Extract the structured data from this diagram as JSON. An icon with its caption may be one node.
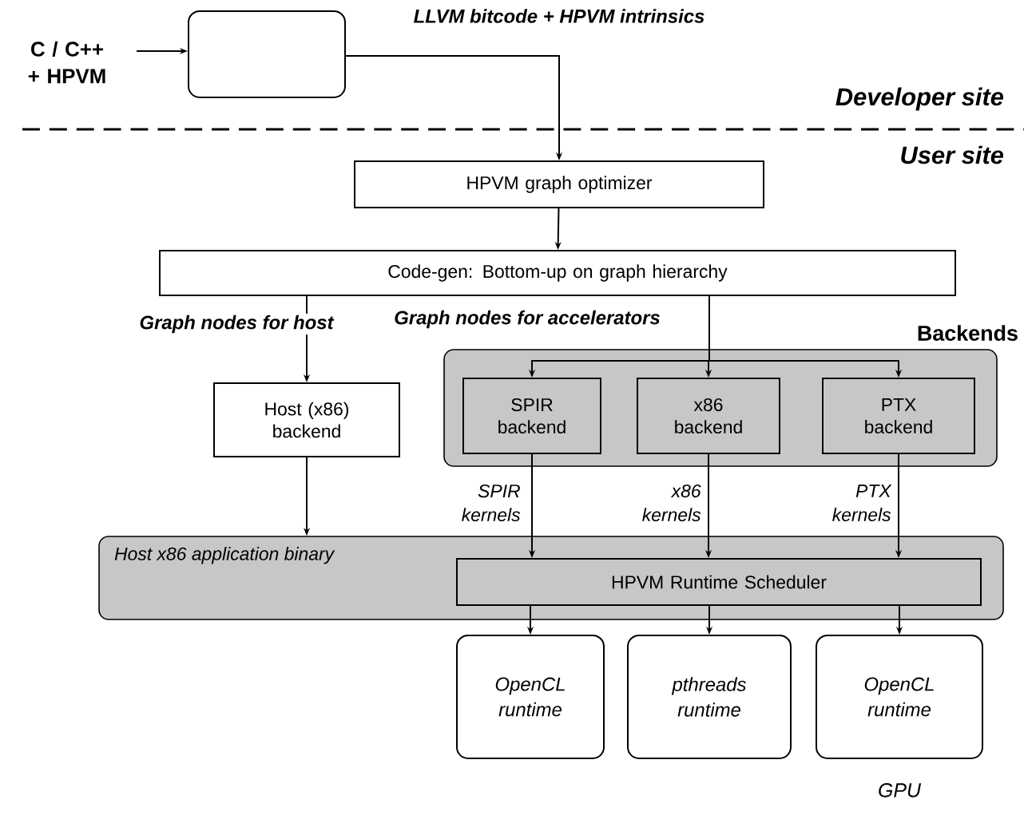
{
  "diagram": {
    "nodes": [
      {
        "text": [
          "C / C++ + HPVM"
        ]
      },
      {
        "text": [],
        "shape": "box"
      },
      {
        "text": [
          "HPVM graph optimizer"
        ]
      },
      {
        "text": [
          "Code-gen: Bottom-up on graph hierarchy"
        ]
      },
      {
        "text": [
          "Backends"
        ]
      },
      {
        "text": [
          "Host (x86) backend"
        ]
      },
      {
        "text": [
          "SPIR backend"
        ],
        "in": 4
      },
      {
        "text": [
          "x86 backend"
        ],
        "in": 4
      },
      {
        "text": [
          "PTX backend"
        ],
        "in": 4
      },
      {
        "text": [
          "Host x86 application binary"
        ]
      },
      {
        "text": [
          "HPVM Runtime Scheduler"
        ],
        "in": 9
      },
      {
        "text": [
          "OpenCL runtime"
        ]
      },
      {
        "text": [
          "pthreads runtime"
        ]
      },
      {
        "text": [
          "OpenCL runtime"
        ],
        "beside": [
          "GPU"
        ]
      }
    ],
    "edges": [
      {
        "from": 0,
        "to": 1,
        "arrow": "to"
      },
      {
        "from": 1,
        "to": 2,
        "arrow": "to",
        "label": "LLVM bitcode + HPVM intrinsics"
      },
      {
        "from": 2,
        "to": 3,
        "arrow": "to"
      },
      {
        "from": 3,
        "to": 5,
        "arrow": "to",
        "label": "Graph nodes for host"
      },
      {
        "from": 3,
        "to": 6,
        "arrow": "to"
      },
      {
        "from": 3,
        "to": 7,
        "arrow": "to",
        "label": "Graph nodes for accelerators"
      },
      {
        "from": 3,
        "to": 8,
        "arrow": "to"
      },
      {
        "from": 5,
        "to": 9,
        "arrow": "to"
      },
      {
        "from": 6,
        "to": 10,
        "arrow": "to",
        "label": "SPIR kernels"
      },
      {
        "from": 7,
        "to": 10,
        "arrow": "to",
        "label": "x86 kernels"
      },
      {
        "from": 8,
        "to": 10,
        "arrow": "to",
        "label": "PTX kernels"
      },
      {
        "from": 10,
        "to": 11,
        "arrow": "to"
      },
      {
        "from": 10,
        "to": 12,
        "arrow": "to"
      },
      {
        "from": 10,
        "to": 13,
        "arrow": "to"
      }
    ],
    "labels": [
      "Developer site",
      "User site"
    ]
  }
}
